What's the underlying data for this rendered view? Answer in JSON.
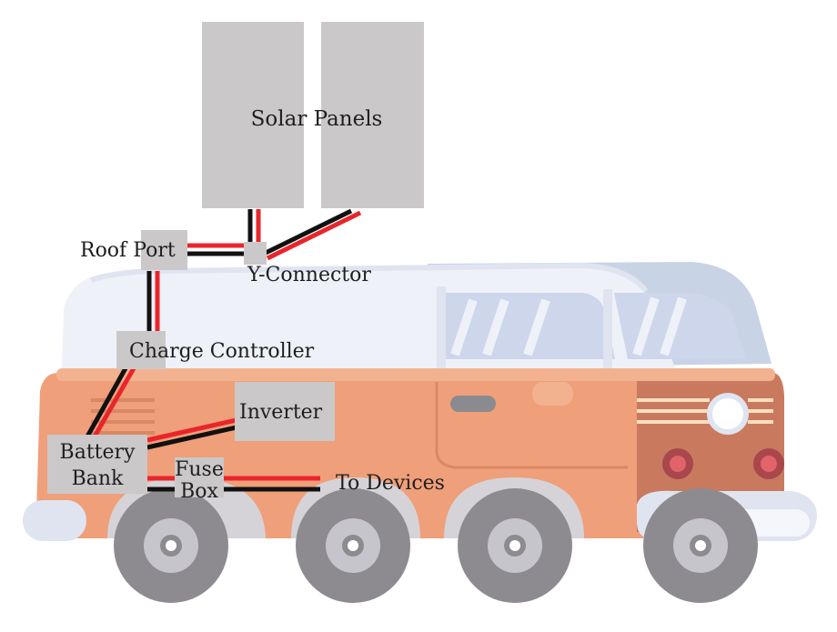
{
  "diagram": {
    "labels": {
      "solar_panels": "Solar Panels",
      "roof_port": "Roof Port",
      "y_connector": "Y-Connector",
      "charge_controller": "Charge Controller",
      "inverter": "Inverter",
      "battery_line1": "Battery",
      "battery_line2": "Bank",
      "fuse_line1": "Fuse",
      "fuse_line2": "Box",
      "to_devices": "To Devices"
    },
    "colors": {
      "van_body": "#ef9f79",
      "van_roof": "#eef1f8",
      "van_window": "#cdd6ea",
      "component_box": "#cbc8c9",
      "wire_positive": "#e8252b",
      "wire_negative": "#111111",
      "wheel_tire": "#8e8b90",
      "wheel_hub": "#c7c5cc"
    }
  }
}
